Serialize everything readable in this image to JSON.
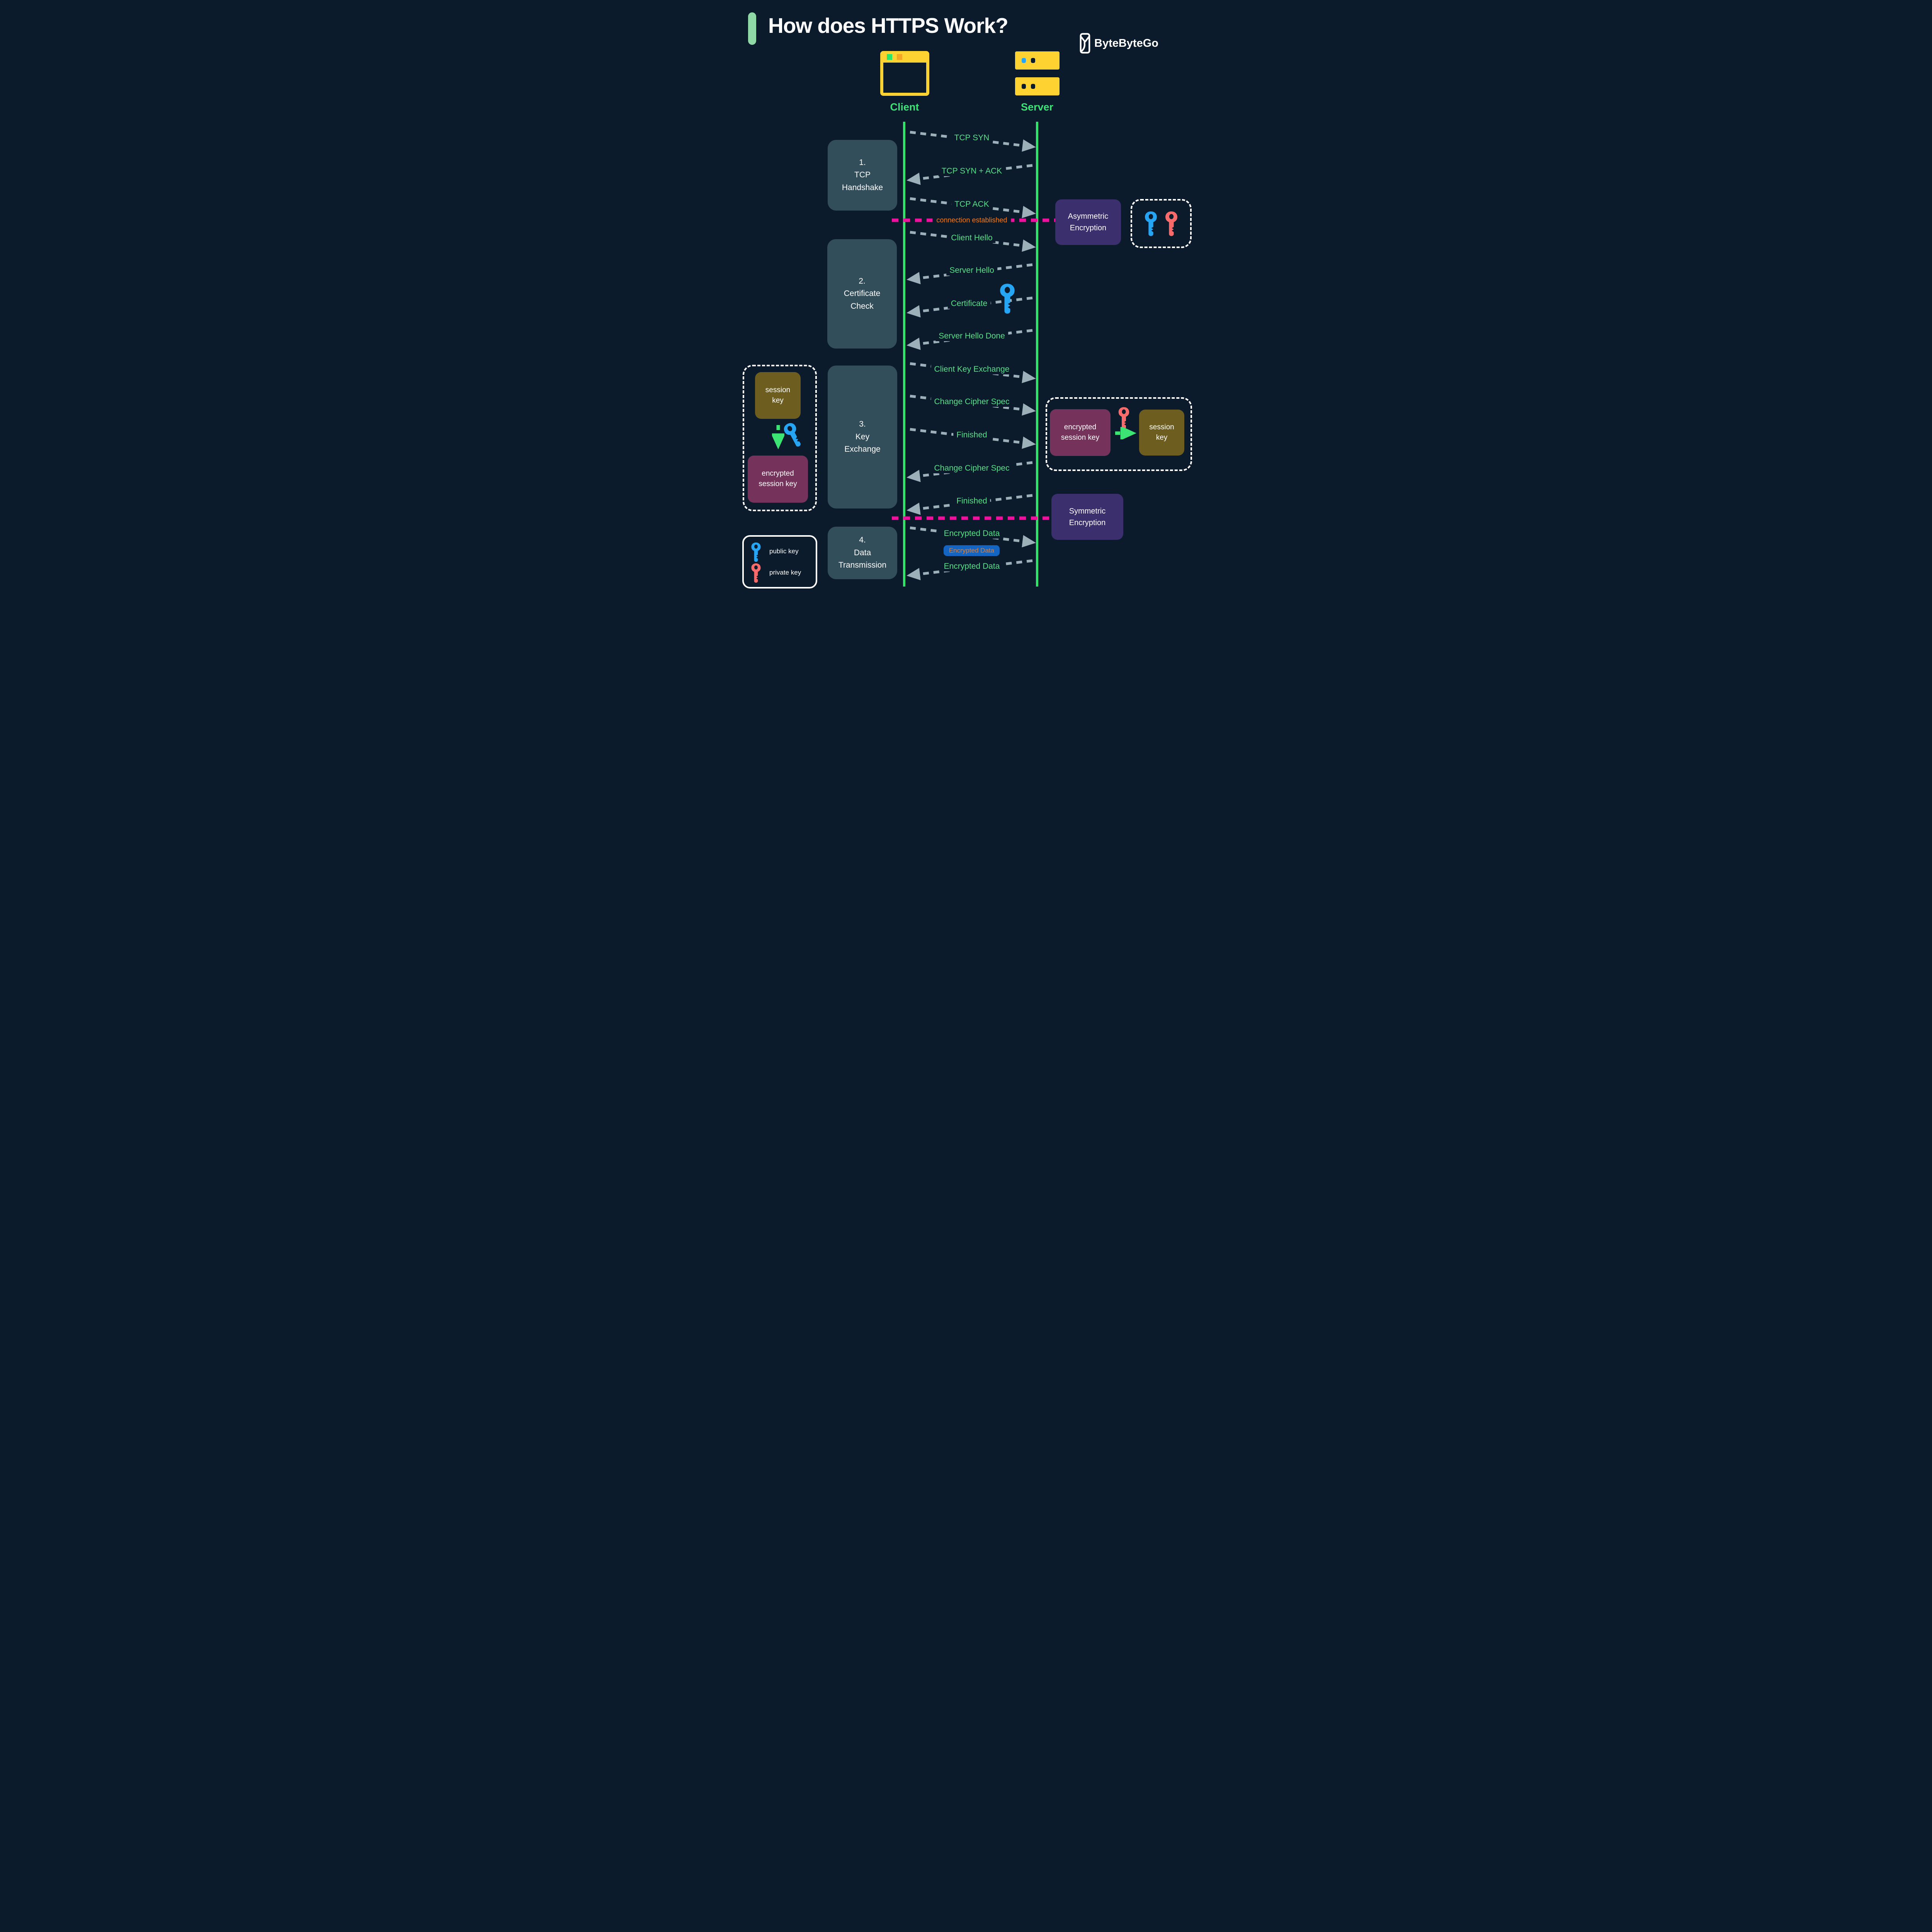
{
  "header": {
    "title": "How does HTTPS Work?",
    "brand": "ByteByteGo"
  },
  "actors": {
    "client": "Client",
    "server": "Server"
  },
  "phases": [
    {
      "num": "1.",
      "name": "TCP Handshake"
    },
    {
      "num": "2.",
      "name": "Certificate Check"
    },
    {
      "num": "3.",
      "name": "Key Exchange"
    },
    {
      "num": "4.",
      "name": "Data Transmission"
    }
  ],
  "messages": [
    {
      "label": "TCP SYN",
      "dir": "right"
    },
    {
      "label": "TCP SYN + ACK",
      "dir": "left"
    },
    {
      "label": "TCP ACK",
      "dir": "right"
    },
    {
      "label": "Client Hello",
      "dir": "right"
    },
    {
      "label": "Server Hello",
      "dir": "left"
    },
    {
      "label": "Certificate",
      "dir": "left"
    },
    {
      "label": "Server Hello Done",
      "dir": "left"
    },
    {
      "label": "Client Key Exchange",
      "dir": "right"
    },
    {
      "label": "Change Cipher Spec",
      "dir": "right"
    },
    {
      "label": "Finished",
      "dir": "right"
    },
    {
      "label": "Change Cipher Spec",
      "dir": "left"
    },
    {
      "label": "Finished",
      "dir": "left"
    },
    {
      "label": "Encrypted Data",
      "dir": "right"
    },
    {
      "label": "Encrypted Data",
      "dir": "left"
    }
  ],
  "milestones": {
    "connection_established": "connection established",
    "encrypted_data_badge": "Encrypted Data"
  },
  "annotations": {
    "asymmetric": "Asymmetric Encryption",
    "symmetric": "Symmetric Encryption",
    "client_side": {
      "top": "session key",
      "bottom": "encrypted session key"
    },
    "server_side": {
      "left": "encrypted session key",
      "right": "session key"
    }
  },
  "legend": {
    "public": "public key",
    "private": "private key"
  },
  "icons": {
    "brand": "bytebytego-shield-icon",
    "client": "browser-window-icon",
    "server": "server-stack-icon",
    "public_key": "blue-key-icon",
    "private_key": "red-key-icon"
  },
  "colors": {
    "background": "#0b1b2b",
    "lifeline_green": "#31e269",
    "message_green": "#55e286",
    "accent_green_bar": "#8fd9a6",
    "arrow_gray": "#9cb0ba",
    "magenta": "#ed119e",
    "orange": "#f97c1b",
    "phase_box": "#334e5b",
    "purple_note": "#3b2f6e",
    "olive_chip": "#6d5e20",
    "maroon_chip": "#75335c",
    "badge_blue": "#1465c1",
    "icon_yellow": "#fdd231",
    "key_blue": "#26a5f5",
    "key_red": "#f96b6b"
  }
}
